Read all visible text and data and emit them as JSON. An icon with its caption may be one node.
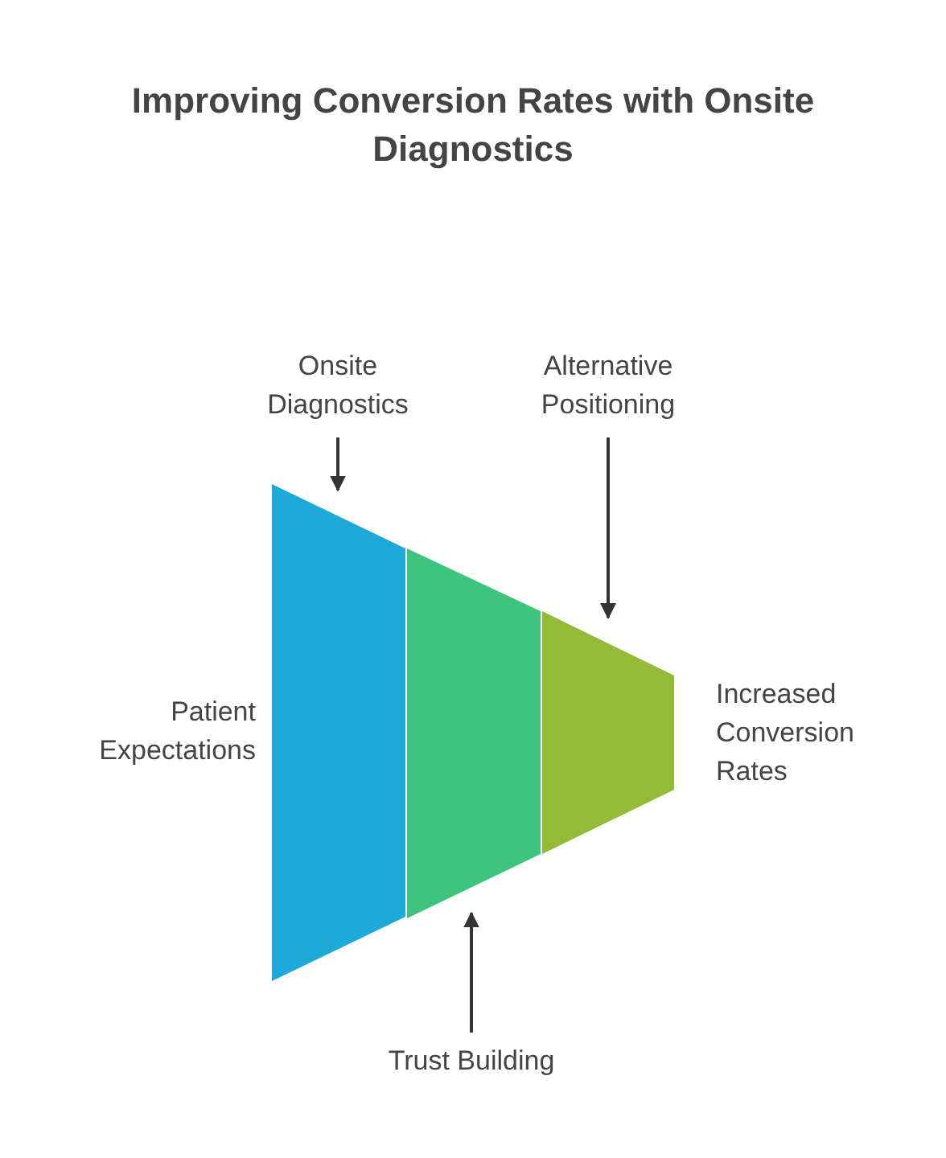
{
  "diagram": {
    "title": "Improving Conversion Rates with Onsite Diagnostics",
    "nodes": [
      {
        "text": [],
        "shape": "trapezoid",
        "beside": [
          "Patient Expectations"
        ]
      },
      {
        "text": [],
        "shape": "trapezoid"
      },
      {
        "text": [],
        "shape": "trapezoid",
        "beside": [
          "Increased Conversion Rates"
        ]
      },
      {
        "text": [
          "Onsite Diagnostics"
        ]
      },
      {
        "text": [
          "Alternative Positioning"
        ]
      },
      {
        "text": [
          "Trust Building"
        ]
      }
    ],
    "edges": [
      {
        "from": 3,
        "to": 0,
        "arrow": "to"
      },
      {
        "from": 4,
        "to": 2,
        "arrow": "to"
      },
      {
        "from": 5,
        "to": 1,
        "arrow": "to"
      }
    ]
  }
}
